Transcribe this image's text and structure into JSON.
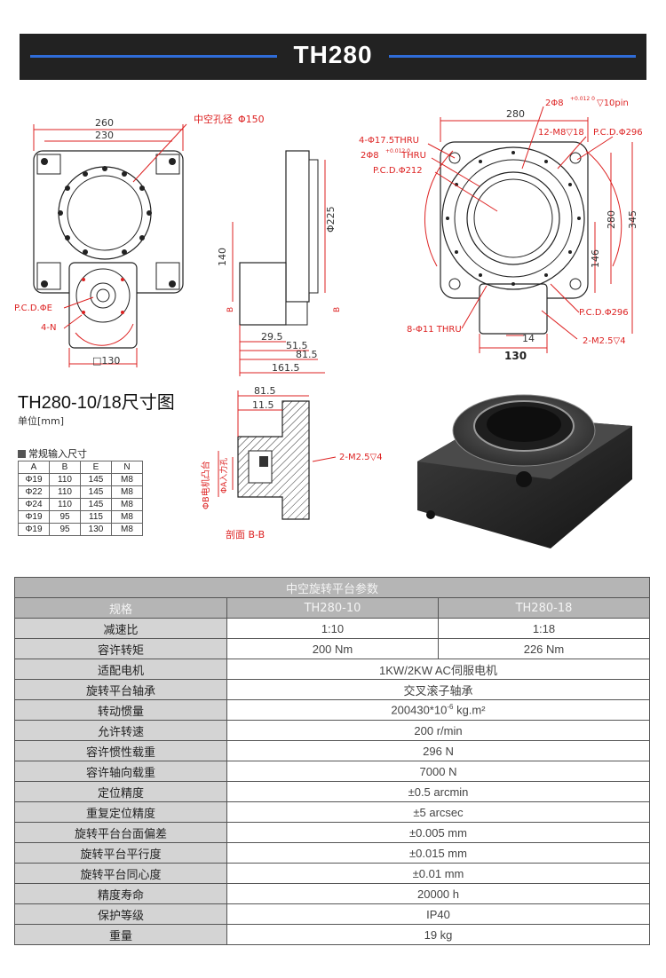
{
  "banner": {
    "title": "TH280"
  },
  "drawing": {
    "front": {
      "dim_260": "260",
      "dim_230": "230",
      "hollow_label": "中空孔径",
      "hollow_value": "Φ150",
      "pcd_e": "P.C.D.ΦE",
      "four_n": "4-N",
      "dim_130": "□130"
    },
    "side": {
      "dim_140": "140",
      "dim_225": "Φ225",
      "dim_29_5": "29.5",
      "dim_51_5": "51.5",
      "dim_81_5": "81.5",
      "dim_161_5": "161.5",
      "cut_a": "B",
      "cut_b": "B"
    },
    "top": {
      "pin": "2Φ8",
      "pin_tol": "+0.012 0",
      "pin_depth": "▽10pin",
      "dim_280": "280",
      "thru_175": "4-Φ17.5THRU",
      "pin_thru": "2Φ8",
      "pin_thru_tol": "+0.012 0",
      "pin_thru_txt": "THRU",
      "pcd_212": "P.C.D.Φ212",
      "m8": "12-M8▽18",
      "pcd_296_top": "P.C.D.Φ296",
      "dim_280_v": "280",
      "dim_345": "345",
      "dim_146": "146",
      "pcd_296_bot": "P.C.D.Φ296",
      "thru_11": "8-Φ11 THRU",
      "dim_14": "14",
      "m25": "2-M2.5▽4",
      "dim_130": "130"
    },
    "section": {
      "dim_81_5": "81.5",
      "dim_11_5": "11.5",
      "m25": "2-M2.5▽4",
      "motor_label": "ΦB电机凸台",
      "input_label": "ΦA入力孔",
      "section_name": "剖面 B-B"
    }
  },
  "section_title": "TH280-10/18尺寸图",
  "unit_label": "单位[mm]",
  "input_dims": {
    "title": "常规输入尺寸",
    "headers": [
      "A",
      "B",
      "E",
      "N"
    ],
    "rows": [
      [
        "Φ19",
        "110",
        "145",
        "M8"
      ],
      [
        "Φ22",
        "110",
        "145",
        "M8"
      ],
      [
        "Φ24",
        "110",
        "145",
        "M8"
      ],
      [
        "Φ19",
        "95",
        "115",
        "M8"
      ],
      [
        "Φ19",
        "95",
        "130",
        "M8"
      ]
    ]
  },
  "params": {
    "title": "中空旋转平台参数",
    "header": {
      "label": "规格",
      "col1": "TH280-10",
      "col2": "TH280-18"
    },
    "ratio": {
      "label": "减速比",
      "v1": "1:10",
      "v2": "1:18"
    },
    "torque": {
      "label": "容许转矩",
      "v1": "200 Nm",
      "v2": "226 Nm"
    },
    "rows": [
      {
        "label": "适配电机",
        "value": "1KW/2KW AC伺服电机"
      },
      {
        "label": "旋转平台轴承",
        "value": "交叉滚子轴承"
      },
      {
        "label": "转动惯量",
        "value": "200430*10",
        "sup": "-6",
        "suffix": " kg.m²"
      },
      {
        "label": "允许转速",
        "value": "200 r/min"
      },
      {
        "label": "容许惯性载重",
        "value": "296 N"
      },
      {
        "label": "容许轴向载重",
        "value": "7000 N"
      },
      {
        "label": "定位精度",
        "value": "±0.5 arcmin"
      },
      {
        "label": "重复定位精度",
        "value": "±5 arcsec"
      },
      {
        "label": "旋转平台台面偏差",
        "value": "±0.005 mm"
      },
      {
        "label": "旋转平台平行度",
        "value": "±0.015 mm"
      },
      {
        "label": "旋转平台同心度",
        "value": "±0.01 mm"
      },
      {
        "label": "精度寿命",
        "value": "20000 h"
      },
      {
        "label": "保护等级",
        "value": "IP40"
      },
      {
        "label": "重量",
        "value": "19 kg"
      }
    ]
  },
  "colors": {
    "banner_bg": "#222222",
    "banner_line": "#2f6cd8",
    "table_head": "#b5b5b5",
    "table_label": "#d4d4d4",
    "dimension_red": "#dd2222"
  }
}
